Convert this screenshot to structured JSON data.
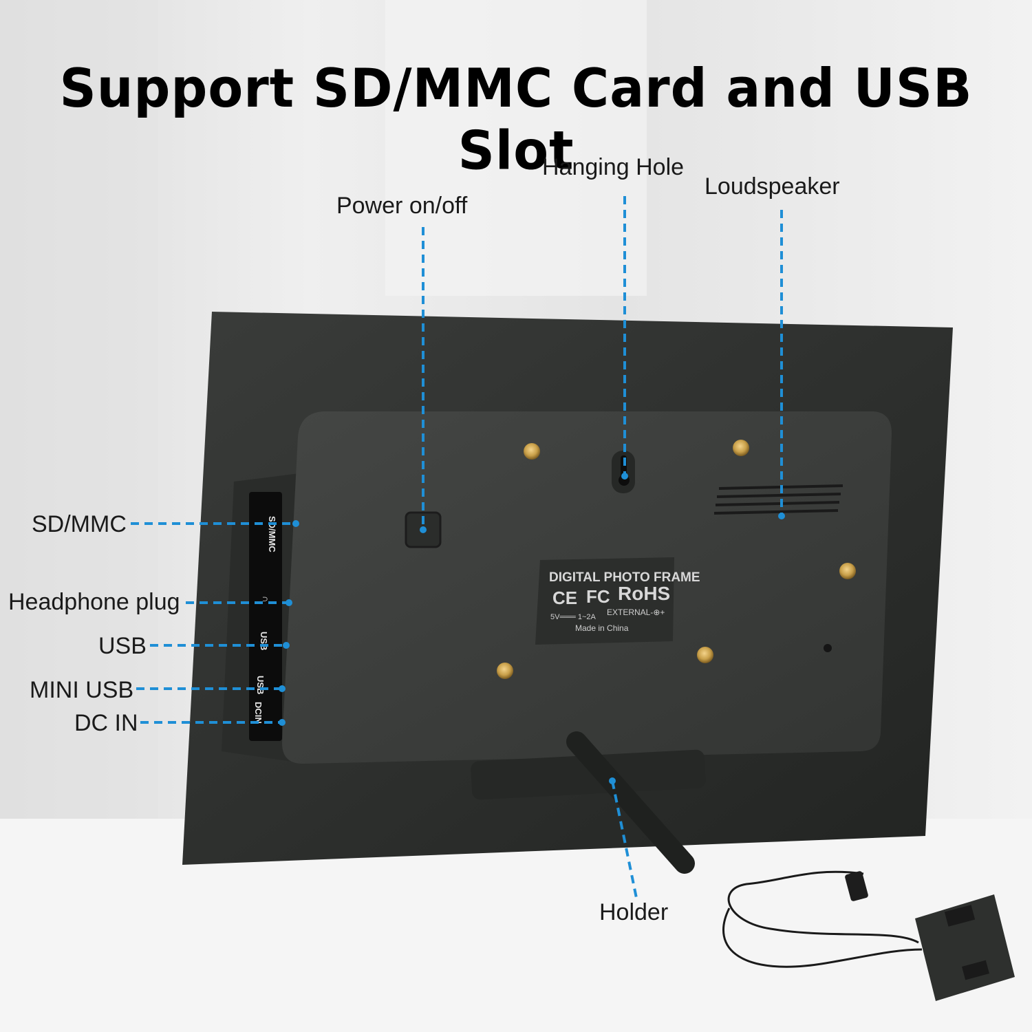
{
  "title": "Support SD/MMC Card and USB Slot",
  "callouts": {
    "power": "Power on/off",
    "hanging_hole": "Hanging Hole",
    "loudspeaker": "Loudspeaker",
    "sd_mmc": "SD/MMC",
    "headphone": "Headphone plug",
    "usb": "USB",
    "mini_usb": "MINI USB",
    "dc_in": "DC IN",
    "holder": "Holder"
  },
  "side_port_labels": {
    "sd": "SD/MMC",
    "headphone": "∩",
    "usb": "USB",
    "mini_usb": "USB",
    "dc": "DCIN"
  },
  "sticker": {
    "heading": "DIGITAL PHOTO FRAME",
    "ce": "CE",
    "fc": "FC",
    "rohs": "RoHS",
    "rating": "5V═══ 1~2A",
    "external": "EXTERNAL-⊕+",
    "origin": "Made in China"
  },
  "colors": {
    "accent_line": "#1f8fd6",
    "frame": "#2b2d2b",
    "panel": "#3a3c3a",
    "brass": "#c9a04a"
  }
}
